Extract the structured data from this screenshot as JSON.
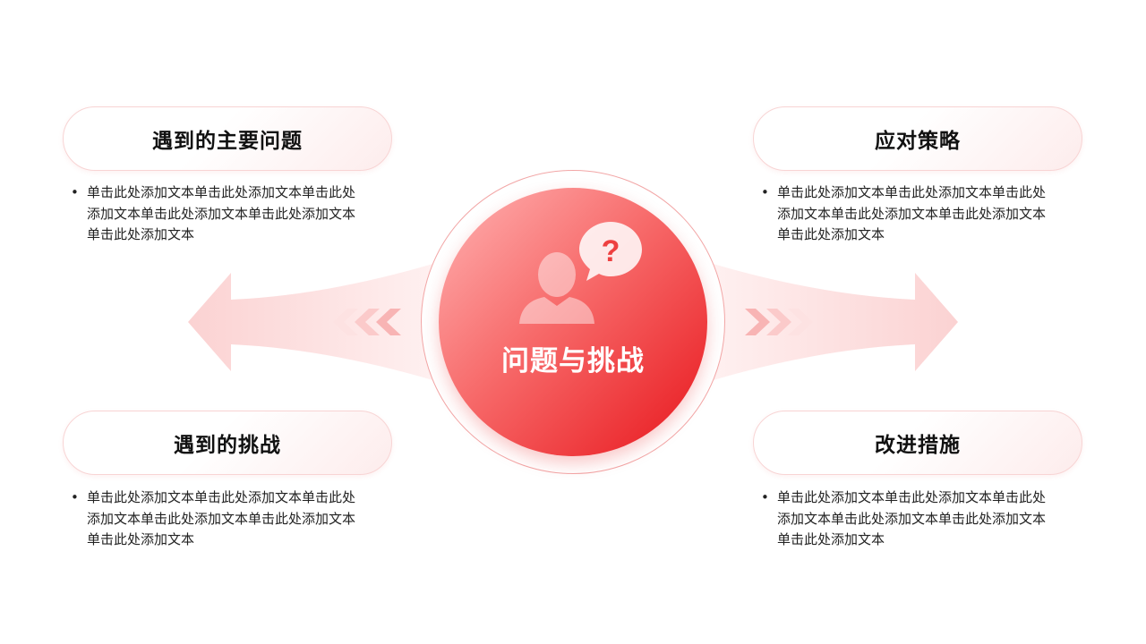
{
  "center": {
    "title": "问题与挑战",
    "icon": "person-question-icon"
  },
  "cards": {
    "top_left": {
      "title": "遇到的主要问题",
      "lines": [
        "单击此处添加文本单击此处添加文本单击此处",
        "添加文本单击此处添加文本单击此处添加文本",
        "单击此处添加文本"
      ]
    },
    "bottom_left": {
      "title": "遇到的挑战",
      "lines": [
        "单击此处添加文本单击此处添加文本单击此处",
        "添加文本单击此处添加文本单击此处添加文本",
        "单击此处添加文本"
      ]
    },
    "top_right": {
      "title": "应对策略",
      "lines": [
        "单击此处添加文本单击此处添加文本单击此处",
        "添加文本单击此处添加文本单击此处添加文本",
        "单击此处添加文本"
      ]
    },
    "bottom_right": {
      "title": "改进措施",
      "lines": [
        "单击此处添加文本单击此处添加文本单击此处",
        "添加文本单击此处添加文本单击此处添加文本",
        "单击此处添加文本"
      ]
    }
  },
  "bullet_char": "•",
  "colors": {
    "accent": "#e8161c",
    "accent_light": "#fdecec",
    "arrow": "#fbd0d0"
  }
}
